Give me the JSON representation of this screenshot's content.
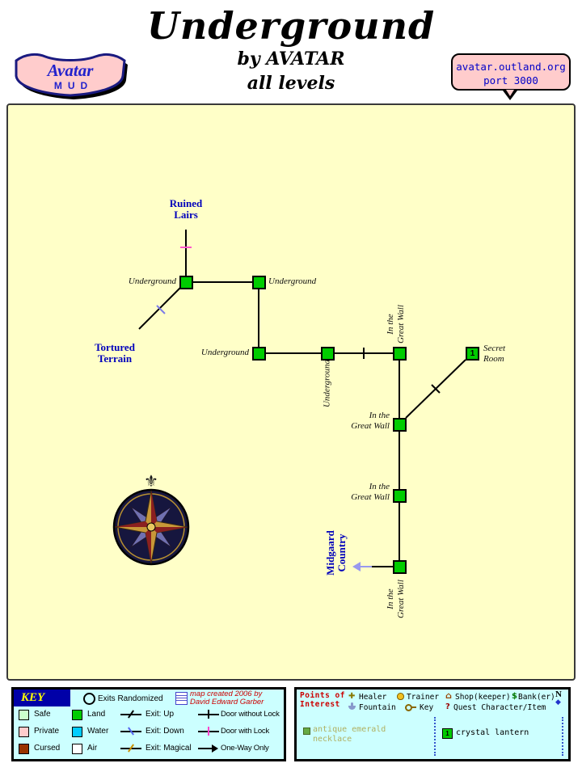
{
  "header": {
    "title": "Underground",
    "byline": "by AVATAR",
    "levels": "all levels",
    "logo_name": "Avatar",
    "logo_sub": "MUD",
    "address1": "avatar.outland.org",
    "address2": "port 3000"
  },
  "map": {
    "labels": {
      "ruined1": "Ruined",
      "ruined2": "Lairs",
      "tortured1": "Tortured",
      "tortured2": "Terrain",
      "underground": "Underground",
      "in_the": "In the",
      "great_wall": "Great Wall",
      "secret1": "Secret",
      "secret2": "Room",
      "midgaard1": "Midgaard",
      "midgaard2": "Country"
    },
    "secret_room_number": "1"
  },
  "icons": {
    "fleur": "⚜",
    "healer": "✚",
    "shop": "⌂",
    "bank": "$",
    "quest": "?",
    "north": "N",
    "north_diamond": "◆"
  },
  "key": {
    "title": "KEY",
    "randomized": "Exits Randomized",
    "credit1": "map created 2006 by",
    "credit2": "David Edward Garber",
    "safe": "Safe",
    "private": "Private",
    "cursed": "Cursed",
    "land": "Land",
    "water": "Water",
    "air": "Air",
    "exit_up": "Exit: Up",
    "exit_down": "Exit: Down",
    "exit_magical": "Exit: Magical",
    "door_without": "Door without Lock",
    "door_with": "Door with Lock",
    "one_way": "One-Way Only"
  },
  "poi": {
    "title1": "Points of",
    "title2": "Interest",
    "healer": "Healer",
    "trainer": "Trainer",
    "shop": "Shop(keeper)",
    "bank": "Bank(er)",
    "fountain": "Fountain",
    "key": "Key",
    "quest": "Quest Character/Item",
    "item1a": "antique emerald",
    "item1b": "necklace",
    "item2_num": "1",
    "item2": "crystal lantern"
  },
  "colors": {
    "room_green": "#00CC00",
    "map_bg": "#FFFFC8",
    "panel_cyan": "#CCFFFF",
    "pink": "#FFCCCC",
    "label_blue": "#0000BB"
  }
}
